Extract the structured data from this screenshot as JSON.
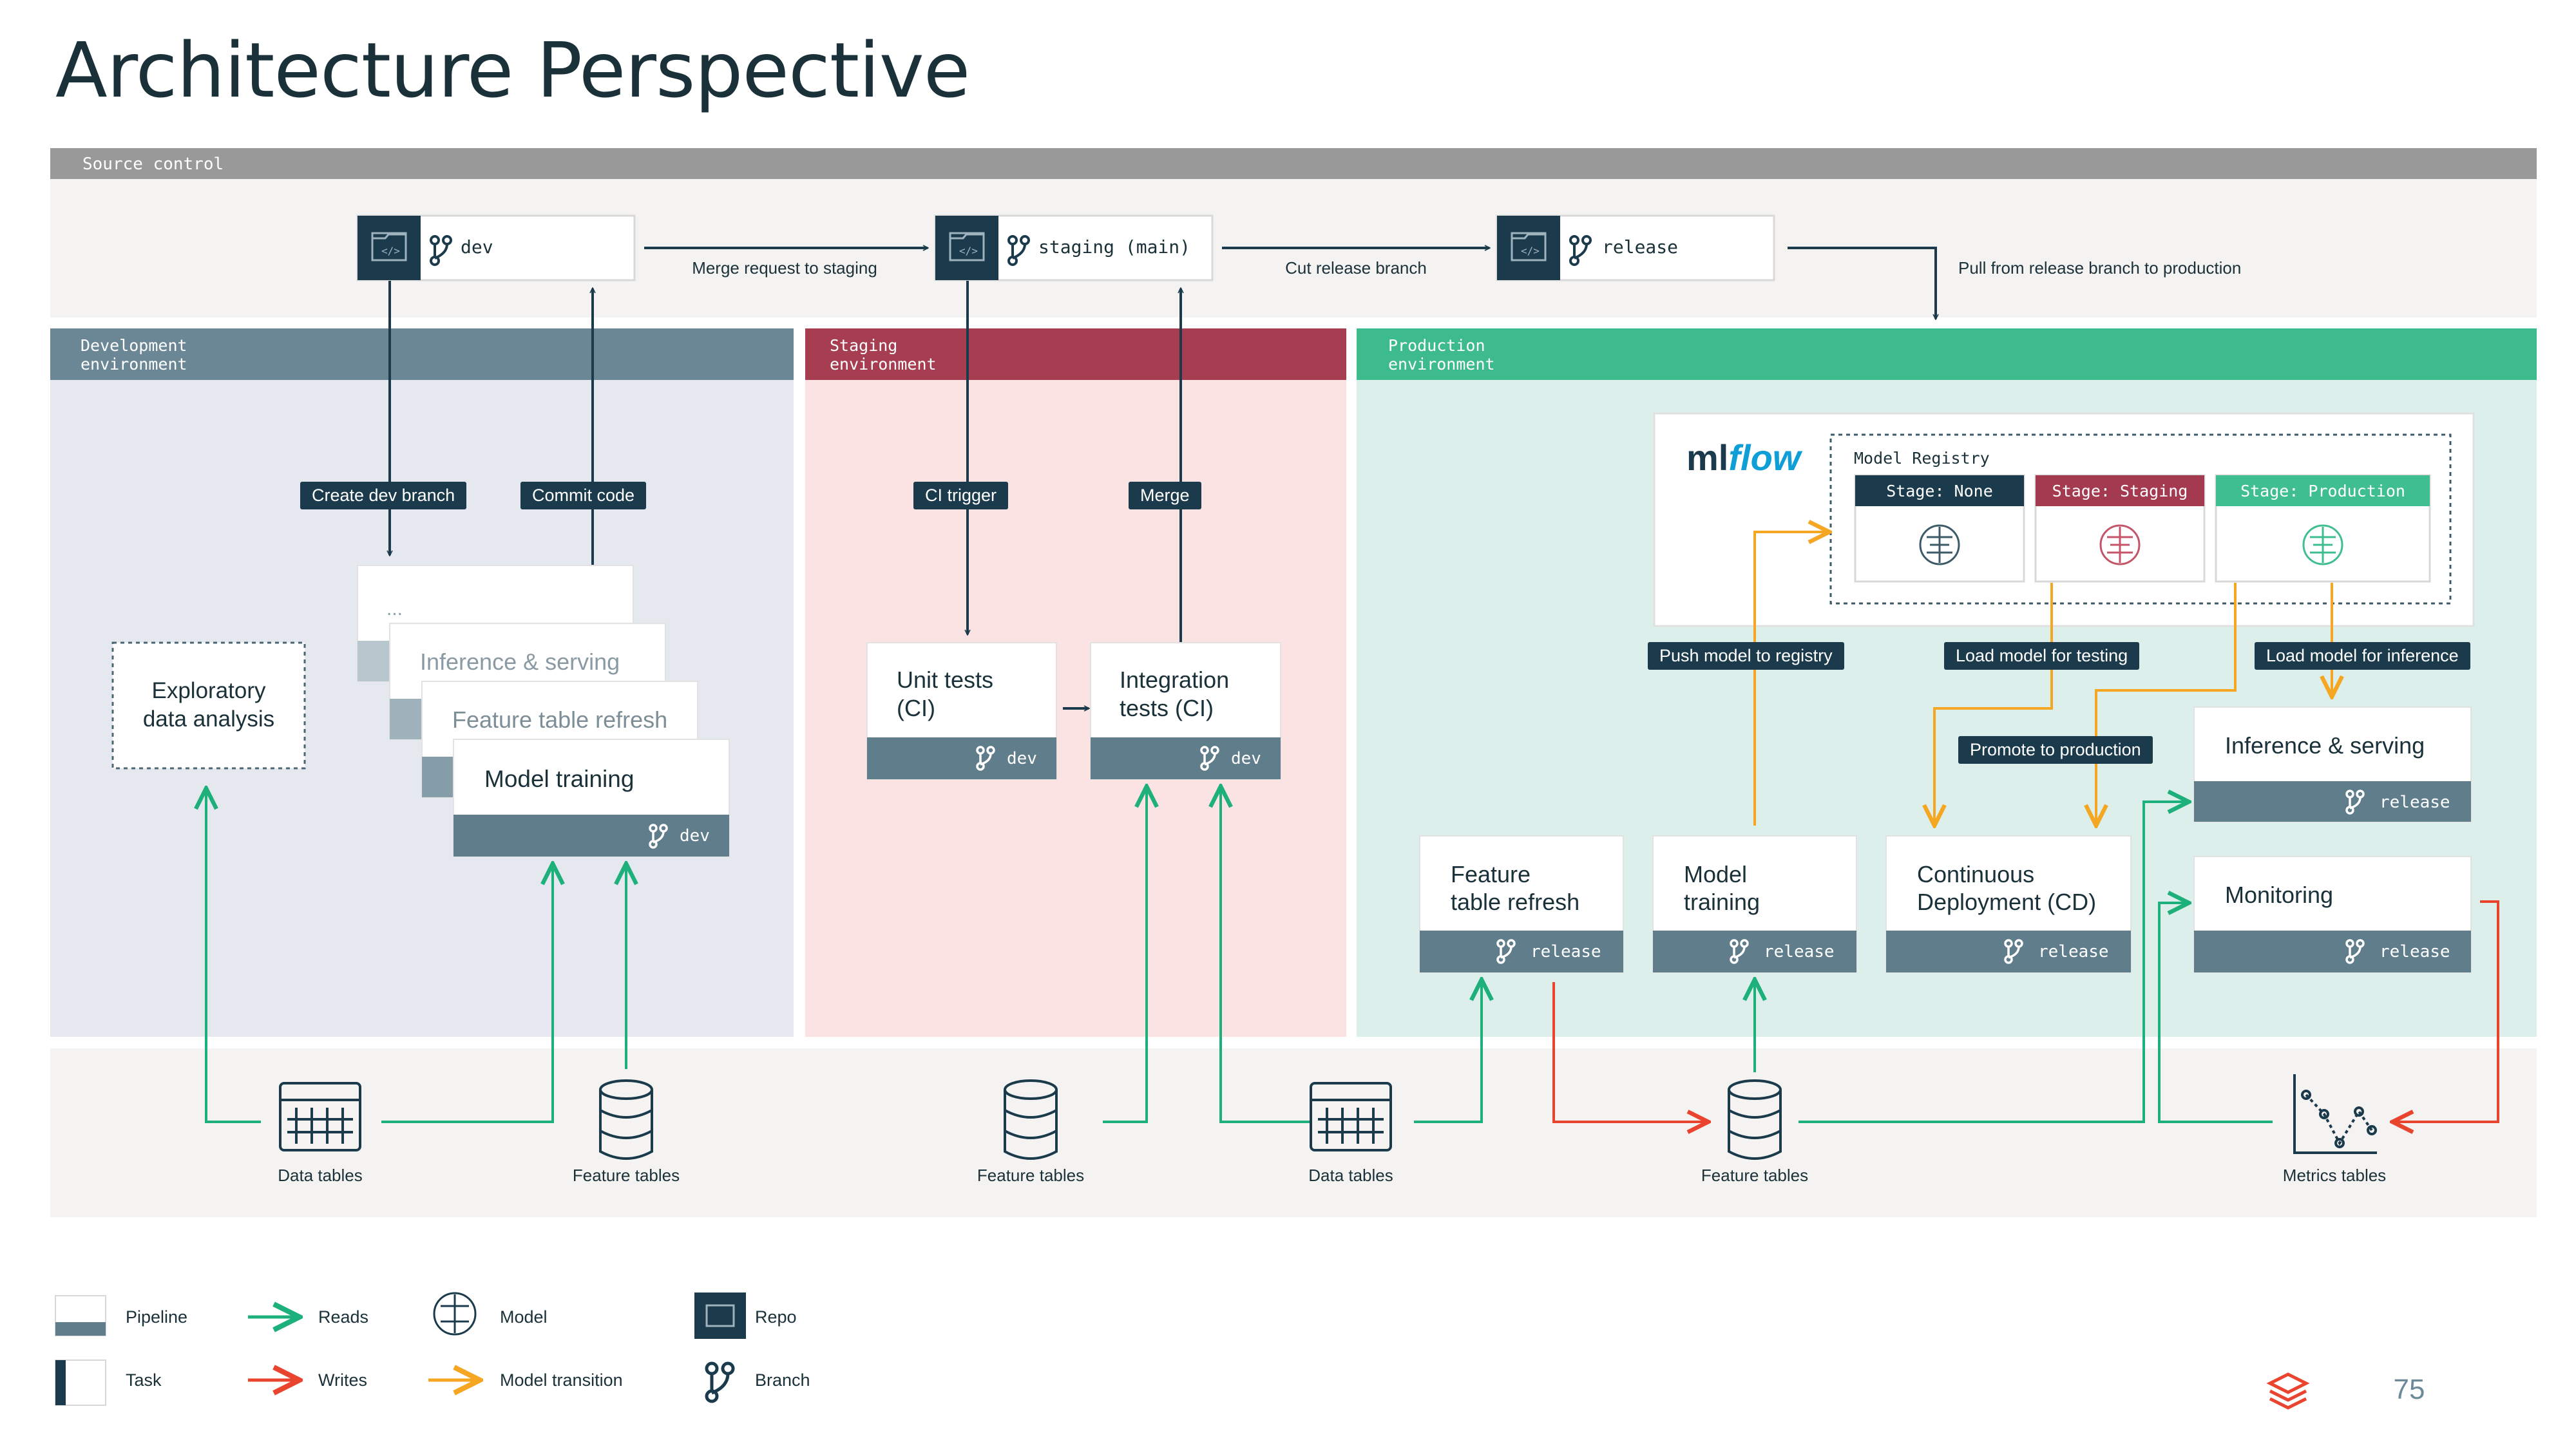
{
  "title": "Architecture Perspective",
  "source_control": {
    "label": "Source control",
    "repos": [
      {
        "branch": "dev"
      },
      {
        "branch": "staging (main)"
      },
      {
        "branch": "release"
      }
    ],
    "transitions": {
      "merge_request": "Merge request to staging",
      "cut_release": "Cut release branch",
      "pull_release": "Pull from release branch to production"
    }
  },
  "environments": {
    "development": {
      "label_line1": "Development",
      "label_line2": "environment",
      "exploratory_line1": "Exploratory",
      "exploratory_line2": "data analysis",
      "stack_dots": "...",
      "stack": [
        "Inference & serving",
        "Feature table refresh",
        "Model training"
      ],
      "branch_tag": "dev",
      "arrows": {
        "create_branch": "Create dev branch",
        "commit_code": "Commit code"
      }
    },
    "staging": {
      "label_line1": "Staging",
      "label_line2": "environment",
      "unit_tests": "Unit tests\n(CI)",
      "integration_tests": "Integration\ntests (CI)",
      "branch_tag": "dev",
      "arrows": {
        "ci_trigger": "CI trigger",
        "merge": "Merge"
      }
    },
    "production": {
      "label_line1": "Production",
      "label_line2": "environment",
      "mlflow_logo": "mlflow",
      "registry_label": "Model Registry",
      "stages": [
        "Stage: None",
        "Stage: Staging",
        "Stage: Production"
      ],
      "stage_colors": [
        "#1b3a4b",
        "#a43a4f",
        "#3fbf8f"
      ],
      "pipelines": [
        {
          "name": "Feature\ntable refresh",
          "tag": "release"
        },
        {
          "name": "Model\ntraining",
          "tag": "release"
        },
        {
          "name": "Continuous\nDeployment (CD)",
          "tag": "release"
        },
        {
          "name": "Inference & serving",
          "tag": "release"
        },
        {
          "name": "Monitoring",
          "tag": "release"
        }
      ],
      "arrows": {
        "push_model": "Push model to registry",
        "load_testing": "Load model for testing",
        "load_inference": "Load model for inference",
        "promote": "Promote to production"
      }
    }
  },
  "tables": [
    "Data tables",
    "Feature tables",
    "Feature tables",
    "Data tables",
    "Feature tables",
    "Metrics tables"
  ],
  "legend": {
    "pipeline": "Pipeline",
    "task": "Task",
    "reads": "Reads",
    "writes": "Writes",
    "model": "Model",
    "model_transition": "Model transition",
    "repo": "Repo",
    "branch": "Branch"
  },
  "colors": {
    "reads": "#1db07a",
    "writes": "#e8442e",
    "model_transition": "#f5a623",
    "dark_navy": "#1b3a4b",
    "dev_header": "#6b8796",
    "staging_header": "#a73d51",
    "prod_header": "#3dbb8c"
  },
  "page_number": "75"
}
